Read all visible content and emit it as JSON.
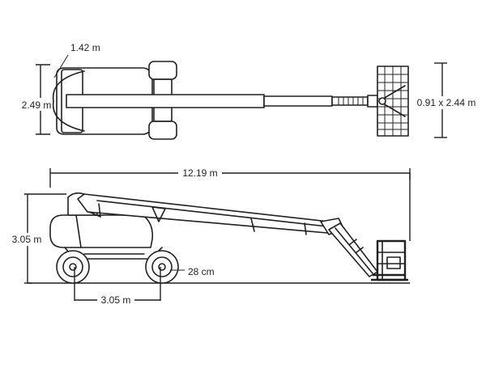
{
  "dimensions": {
    "top_view": {
      "chassis_length": "1.42 m",
      "chassis_width": "2.49 m",
      "platform_size": "0.91 x 2.44 m"
    },
    "side_view": {
      "horizontal_reach": "12.19 m",
      "stowed_height": "3.05 m",
      "ground_clearance": "28 cm",
      "wheelbase": "3.05 m"
    }
  }
}
